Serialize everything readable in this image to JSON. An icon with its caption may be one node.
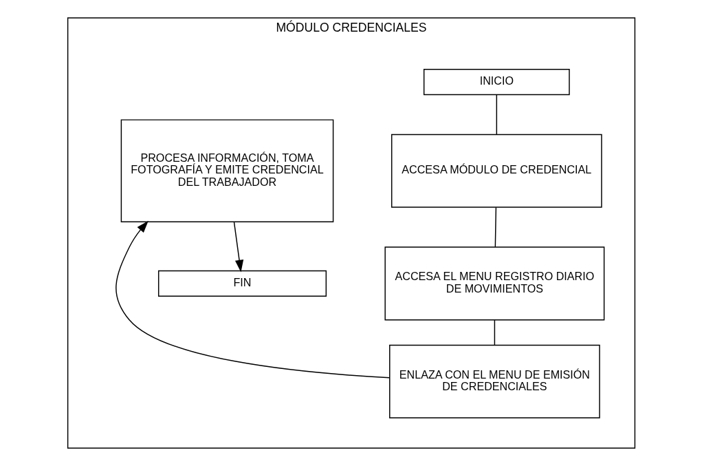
{
  "diagram": {
    "nodes": [
      {
        "text": [
          "MÓDULO CREDENCIALES"
        ]
      },
      {
        "text": [
          "INICIO"
        ],
        "in": 0
      },
      {
        "text": [
          "ACCESA MÓDULO DE CREDENCIAL"
        ],
        "in": 0
      },
      {
        "text": [
          "ACCESA EL MENU REGISTRO DIARIO DE MOVIMIENTOS"
        ],
        "in": 0
      },
      {
        "text": [
          "ENLAZA CON EL MENU DE EMISIÓN DE CREDENCIALES"
        ],
        "in": 0
      },
      {
        "text": [
          "PROCESA INFORMACIÓN, TOMA FOTOGRAFÍA Y EMITE CREDENCIAL DEL TRABAJADOR"
        ],
        "in": 0
      },
      {
        "text": [
          "FIN"
        ],
        "in": 0
      }
    ],
    "edges": [
      {
        "from": 1,
        "to": 2,
        "arrow": "none"
      },
      {
        "from": 2,
        "to": 3,
        "arrow": "none"
      },
      {
        "from": 3,
        "to": 4,
        "arrow": "none"
      },
      {
        "from": 4,
        "to": 5,
        "arrow": "to"
      },
      {
        "from": 5,
        "to": 6,
        "arrow": "to"
      }
    ]
  }
}
